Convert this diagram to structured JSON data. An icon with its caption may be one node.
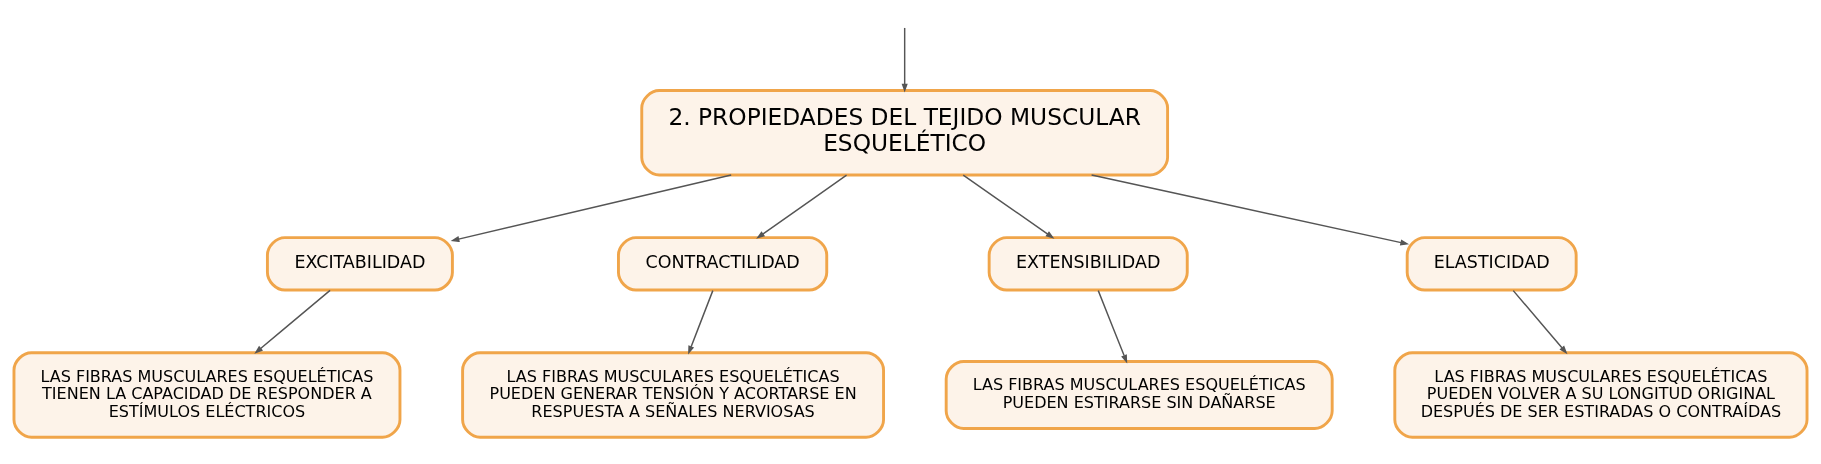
{
  "diagram": {
    "nodes": [
      {
        "text": [
          "2. PROPIEDADES DEL TEJIDO MUSCULAR ESQUELÉTICO"
        ]
      },
      {
        "text": [
          "EXCITABILIDAD"
        ]
      },
      {
        "text": [
          "CONTRACTILIDAD"
        ]
      },
      {
        "text": [
          "EXTENSIBILIDAD"
        ]
      },
      {
        "text": [
          "ELASTICIDAD"
        ]
      },
      {
        "text": [
          "LAS FIBRAS MUSCULARES ESQUELÉTICAS TIENEN LA CAPACIDAD DE RESPONDER A ESTÍMULOS ELÉCTRICOS"
        ]
      },
      {
        "text": [
          "LAS FIBRAS MUSCULARES ESQUELÉTICAS PUEDEN GENERAR TENSIÓN Y ACORTARSE EN RESPUESTA A SEÑALES NERVIOSAS"
        ]
      },
      {
        "text": [
          "LAS FIBRAS MUSCULARES ESQUELÉTICAS PUEDEN ESTIRARSE SIN DAÑARSE"
        ]
      },
      {
        "text": [
          "LAS FIBRAS MUSCULARES ESQUELÉTICAS PUEDEN VOLVER A SU LONGITUD ORIGINAL DESPUÉS DE SER ESTIRADAS O CONTRAÍDAS"
        ]
      }
    ],
    "edges": [
      {
        "from": null,
        "to": 0,
        "arrow": "to"
      },
      {
        "from": 0,
        "to": 1,
        "arrow": "to"
      },
      {
        "from": 0,
        "to": 2,
        "arrow": "to"
      },
      {
        "from": 0,
        "to": 3,
        "arrow": "to"
      },
      {
        "from": 0,
        "to": 4,
        "arrow": "to"
      },
      {
        "from": 1,
        "to": 5,
        "arrow": "to"
      },
      {
        "from": 2,
        "to": 6,
        "arrow": "to"
      },
      {
        "from": 3,
        "to": 7,
        "arrow": "to"
      },
      {
        "from": 4,
        "to": 8,
        "arrow": "to"
      }
    ]
  }
}
